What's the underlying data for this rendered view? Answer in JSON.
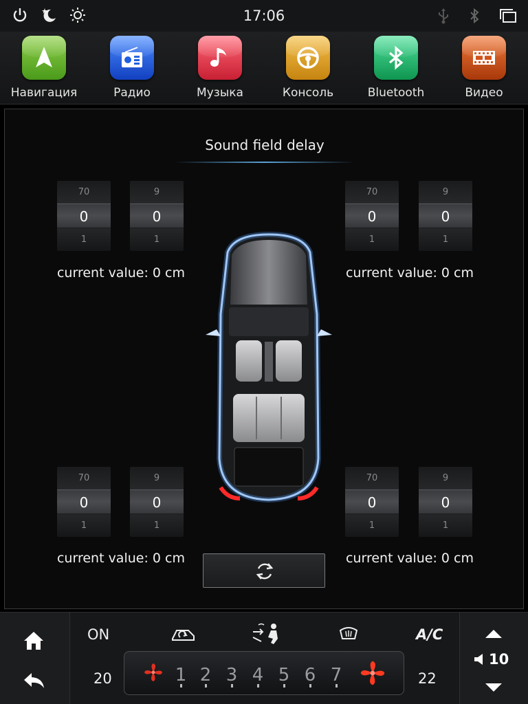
{
  "status": {
    "time": "17:06",
    "left_icons": [
      "power-icon",
      "night-mode-icon",
      "brightness-icon"
    ],
    "right_icons": [
      "usb-icon",
      "bluetooth-icon",
      "multiwindow-icon"
    ]
  },
  "apps": [
    {
      "label": "Навигация",
      "icon": "navigation-arrow-icon",
      "color": "#6db52a"
    },
    {
      "label": "Радио",
      "icon": "radio-icon",
      "color": "#1f5fe0"
    },
    {
      "label": "Музыка",
      "icon": "music-note-icon",
      "color": "#e23a4e"
    },
    {
      "label": "Консоль",
      "icon": "steering-wheel-icon",
      "color": "#e0a21f"
    },
    {
      "label": "Bluetooth",
      "icon": "bluetooth-icon",
      "color": "#1fb86a"
    },
    {
      "label": "Видео",
      "icon": "film-icon",
      "color": "#d1531a"
    }
  ],
  "panel": {
    "title": "Sound field delay",
    "speakers": [
      {
        "position": "front-left",
        "coarse": {
          "top": "70",
          "value": "0",
          "bottom": "1"
        },
        "fine": {
          "top": "9",
          "value": "0",
          "bottom": "1"
        },
        "current": "current value: 0 cm"
      },
      {
        "position": "front-right",
        "coarse": {
          "top": "70",
          "value": "0",
          "bottom": "1"
        },
        "fine": {
          "top": "9",
          "value": "0",
          "bottom": "1"
        },
        "current": "current value: 0 cm"
      },
      {
        "position": "rear-left",
        "coarse": {
          "top": "70",
          "value": "0",
          "bottom": "1"
        },
        "fine": {
          "top": "9",
          "value": "0",
          "bottom": "1"
        },
        "current": "current value: 0 cm"
      },
      {
        "position": "rear-right",
        "coarse": {
          "top": "70",
          "value": "0",
          "bottom": "1"
        },
        "fine": {
          "top": "9",
          "value": "0",
          "bottom": "1"
        },
        "current": "current value: 0 cm"
      }
    ],
    "reset_icon": "refresh-icon"
  },
  "climate": {
    "power": "ON",
    "ac": "A/C",
    "temp_left": "20",
    "temp_right": "22",
    "fan_levels": [
      "1",
      "2",
      "3",
      "4",
      "5",
      "6",
      "7"
    ],
    "volume": "10",
    "icons": [
      "home-icon",
      "back-icon",
      "recirculation-icon",
      "airflow-direction-icon",
      "rear-defrost-icon",
      "fan-icon",
      "volume-up-icon",
      "volume-down-icon",
      "speaker-icon"
    ],
    "accent": "#e03020"
  }
}
